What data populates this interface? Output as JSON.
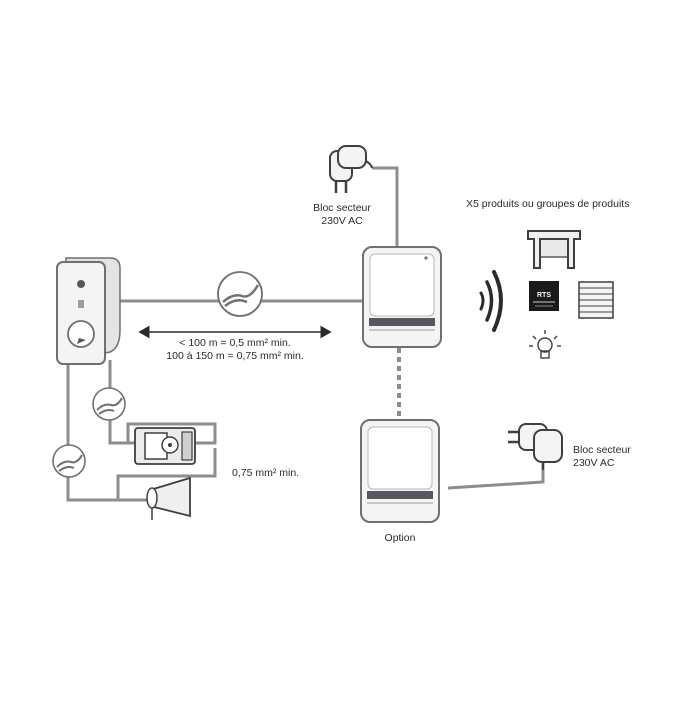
{
  "labels": {
    "power_top_line1": "Bloc secteur",
    "power_top_line2": "230V AC",
    "power_right_line1": "Bloc secteur",
    "power_right_line2": "230V AC",
    "products_header": "X5 produits ou groupes de produits",
    "distance_line1": "< 100 m = 0,5 mm² min.",
    "distance_line2": "100 à 150 m = 0,75 mm² min.",
    "wire_gauge": "0,75 mm² min.",
    "option": "Option",
    "rts_logo": "RTS"
  },
  "colors": {
    "line": "#8a8d91",
    "device_fill": "#f4f4f4",
    "device_stroke": "#6d7074",
    "dark": "#2b2b2b"
  },
  "icons": [
    "power-adapter-icon",
    "receiver-module-icon",
    "wireless-signal-icon",
    "gate-icon",
    "rts-logo-icon",
    "shutter-icon",
    "light-bulb-icon",
    "doorbell-panel-icon",
    "cable-cut-icon",
    "door-lock-icon",
    "chime-icon"
  ]
}
